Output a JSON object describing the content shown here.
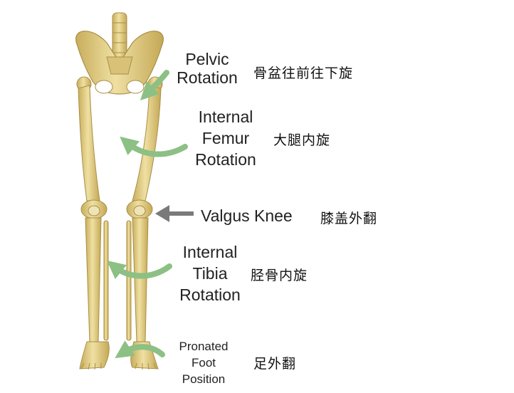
{
  "labels": {
    "pelvic": {
      "en": [
        "Pelvic",
        "Rotation"
      ],
      "zh": "骨盆往前往下旋"
    },
    "femur": {
      "en": [
        "Internal",
        "Femur",
        "Rotation"
      ],
      "zh": "大腿内旋"
    },
    "knee": {
      "en": [
        "Valgus Knee"
      ],
      "zh": "膝盖外翻"
    },
    "tibia": {
      "en": [
        "Internal",
        "Tibia",
        "Rotation"
      ],
      "zh": "胫骨内旋"
    },
    "foot": {
      "en": [
        "Pronated",
        "Foot",
        "Position"
      ],
      "zh": "足外翻"
    }
  },
  "colors": {
    "bone": "#e2cf86",
    "bone_shadow": "#b99e4f",
    "bone_light": "#f3e7b4",
    "arrow_green": "#8cc084",
    "arrow_gray": "#7a7a7a",
    "text": "#222222"
  }
}
